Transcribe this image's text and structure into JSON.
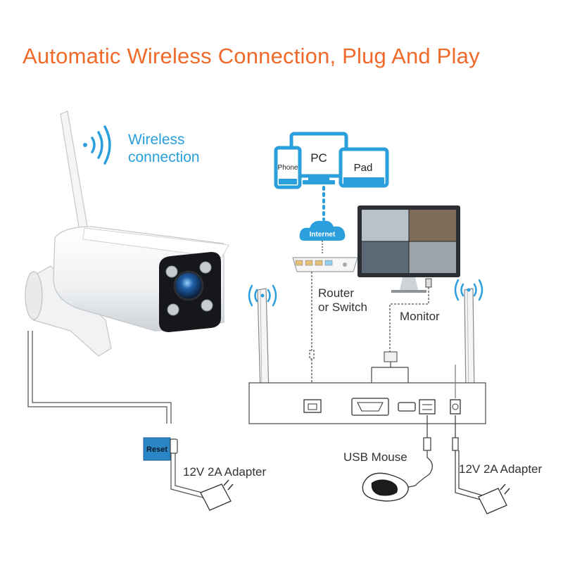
{
  "title": "Automatic Wireless Connection, Plug And Play",
  "wireless": {
    "line1": "Wireless",
    "line2": "connection"
  },
  "devices": {
    "phone": "Phone",
    "pc": "PC",
    "pad": "Pad"
  },
  "internet": "Internet",
  "router": {
    "line1": "Router",
    "line2": "or Switch"
  },
  "monitor": "Monitor",
  "reset": "Reset",
  "adapter_left": "12V 2A Adapter",
  "adapter_right": "12V 2A Adapter",
  "usb_mouse": "USB Mouse",
  "colors": {
    "title": "#ef6a2a",
    "accent": "#2a9fdc",
    "reset_box": "#2b86c6"
  }
}
